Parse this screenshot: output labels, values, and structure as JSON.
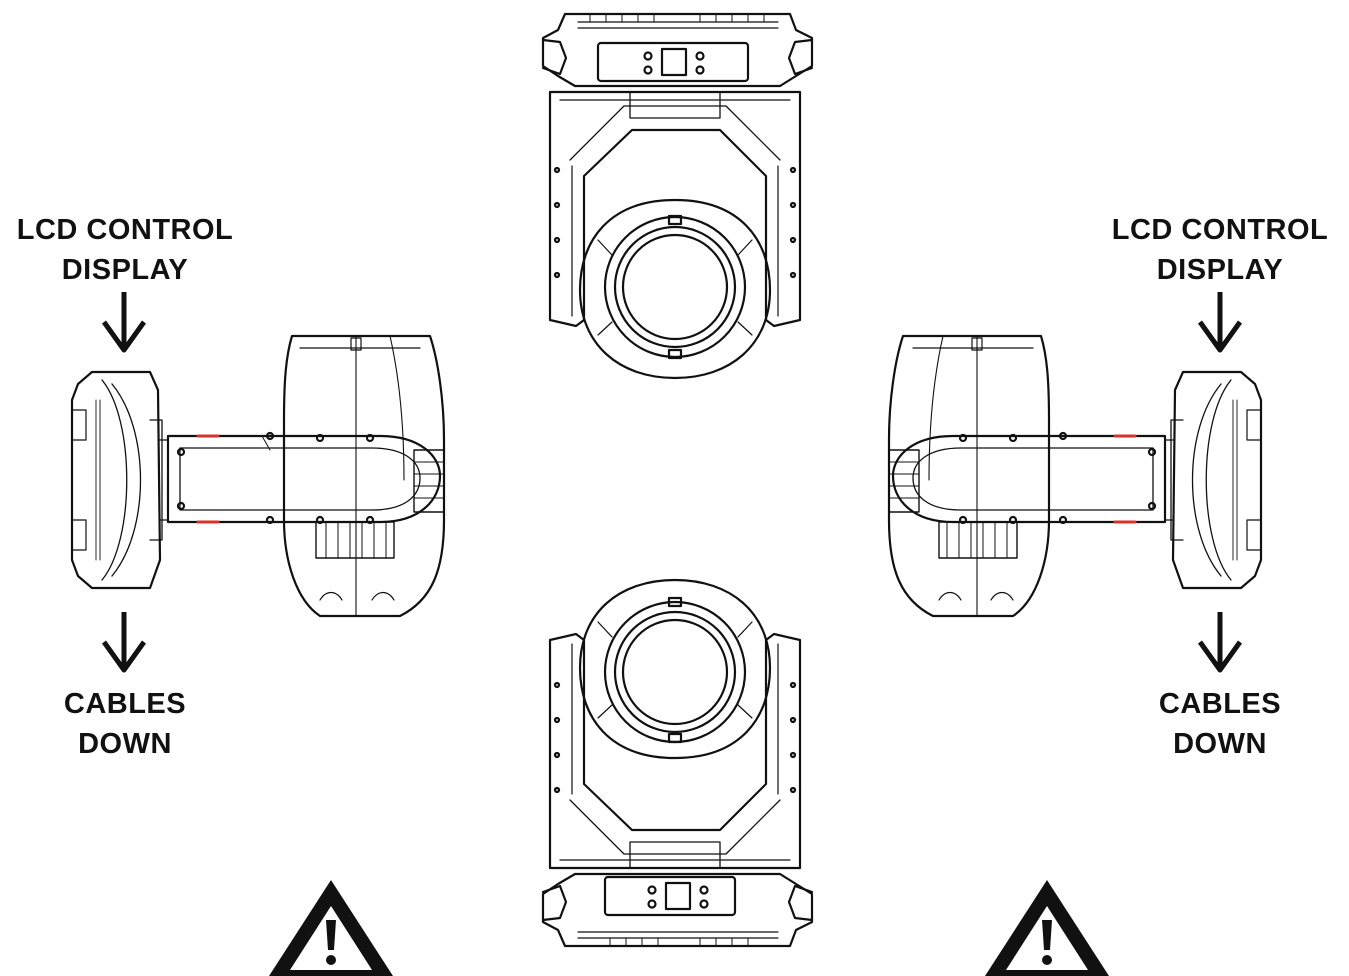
{
  "labels": {
    "left_display": [
      "LCD CONTROL",
      "DISPLAY"
    ],
    "left_cables": [
      "CABLES",
      "DOWN"
    ],
    "right_display": [
      "LCD CONTROL",
      "DISPLAY"
    ],
    "right_cables": [
      "CABLES",
      "DOWN"
    ]
  },
  "icons": {
    "arrows": "arrow-down-icon",
    "warning": "warning-triangle-icon",
    "fixture": "moving-head-fixture-icon"
  },
  "colors": {
    "line": "#111111",
    "background": "#ffffff",
    "accent": "#d9322b"
  }
}
